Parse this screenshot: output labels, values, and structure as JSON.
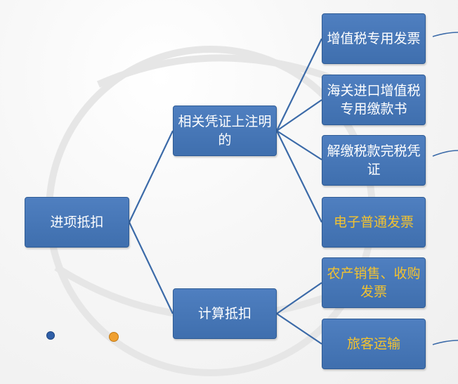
{
  "diagram": {
    "root": {
      "label": "进项抵扣"
    },
    "branches": [
      {
        "label": "相关凭证上注明的",
        "leaves": [
          {
            "label": "增值税专用发票",
            "highlight": false
          },
          {
            "label": "海关进口增值税专用缴款书",
            "highlight": false
          },
          {
            "label": "解缴税款完税凭证",
            "highlight": false
          },
          {
            "label": "电子普通发票",
            "highlight": true
          }
        ]
      },
      {
        "label": "计算抵扣",
        "leaves": [
          {
            "label": "农产销售、收购发票",
            "highlight": true
          },
          {
            "label": "旅客运输",
            "highlight": true
          }
        ]
      }
    ]
  },
  "colors": {
    "box_fill": "#4a7abb",
    "box_border": "#2f5c95",
    "connector": "#3b6aa8",
    "text_normal": "#ffffff",
    "text_highlight": "#f2c230",
    "dot_blue": "#2f5fa8",
    "dot_orange": "#f0a030"
  }
}
